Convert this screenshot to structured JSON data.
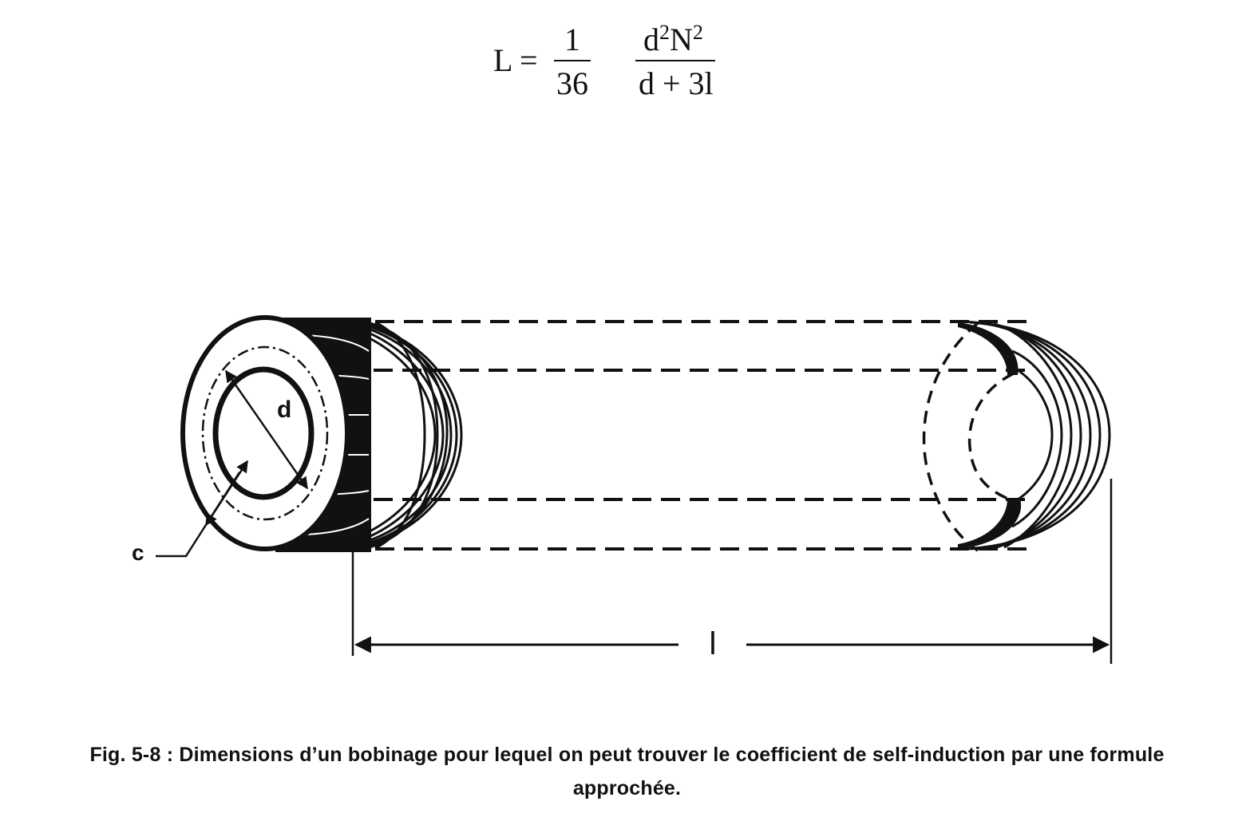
{
  "formula": {
    "lhs": "L =",
    "coef_num": "1",
    "coef_den": "36",
    "frac_num_d": "d",
    "frac_num_d_exp": "2",
    "frac_num_n": "N",
    "frac_num_n_exp": "2",
    "frac_den": "d + 3l"
  },
  "figure": {
    "label_diameter": "d",
    "label_thickness": "c",
    "label_length": "l"
  },
  "caption": {
    "line1": "Fig. 5-8 : Dimensions d’un bobinage pour lequel on peut trouver le coefficient de self-induction par une formule",
    "line2": "approchée."
  },
  "colors": {
    "ink": "#111111",
    "paper": "#ffffff"
  }
}
